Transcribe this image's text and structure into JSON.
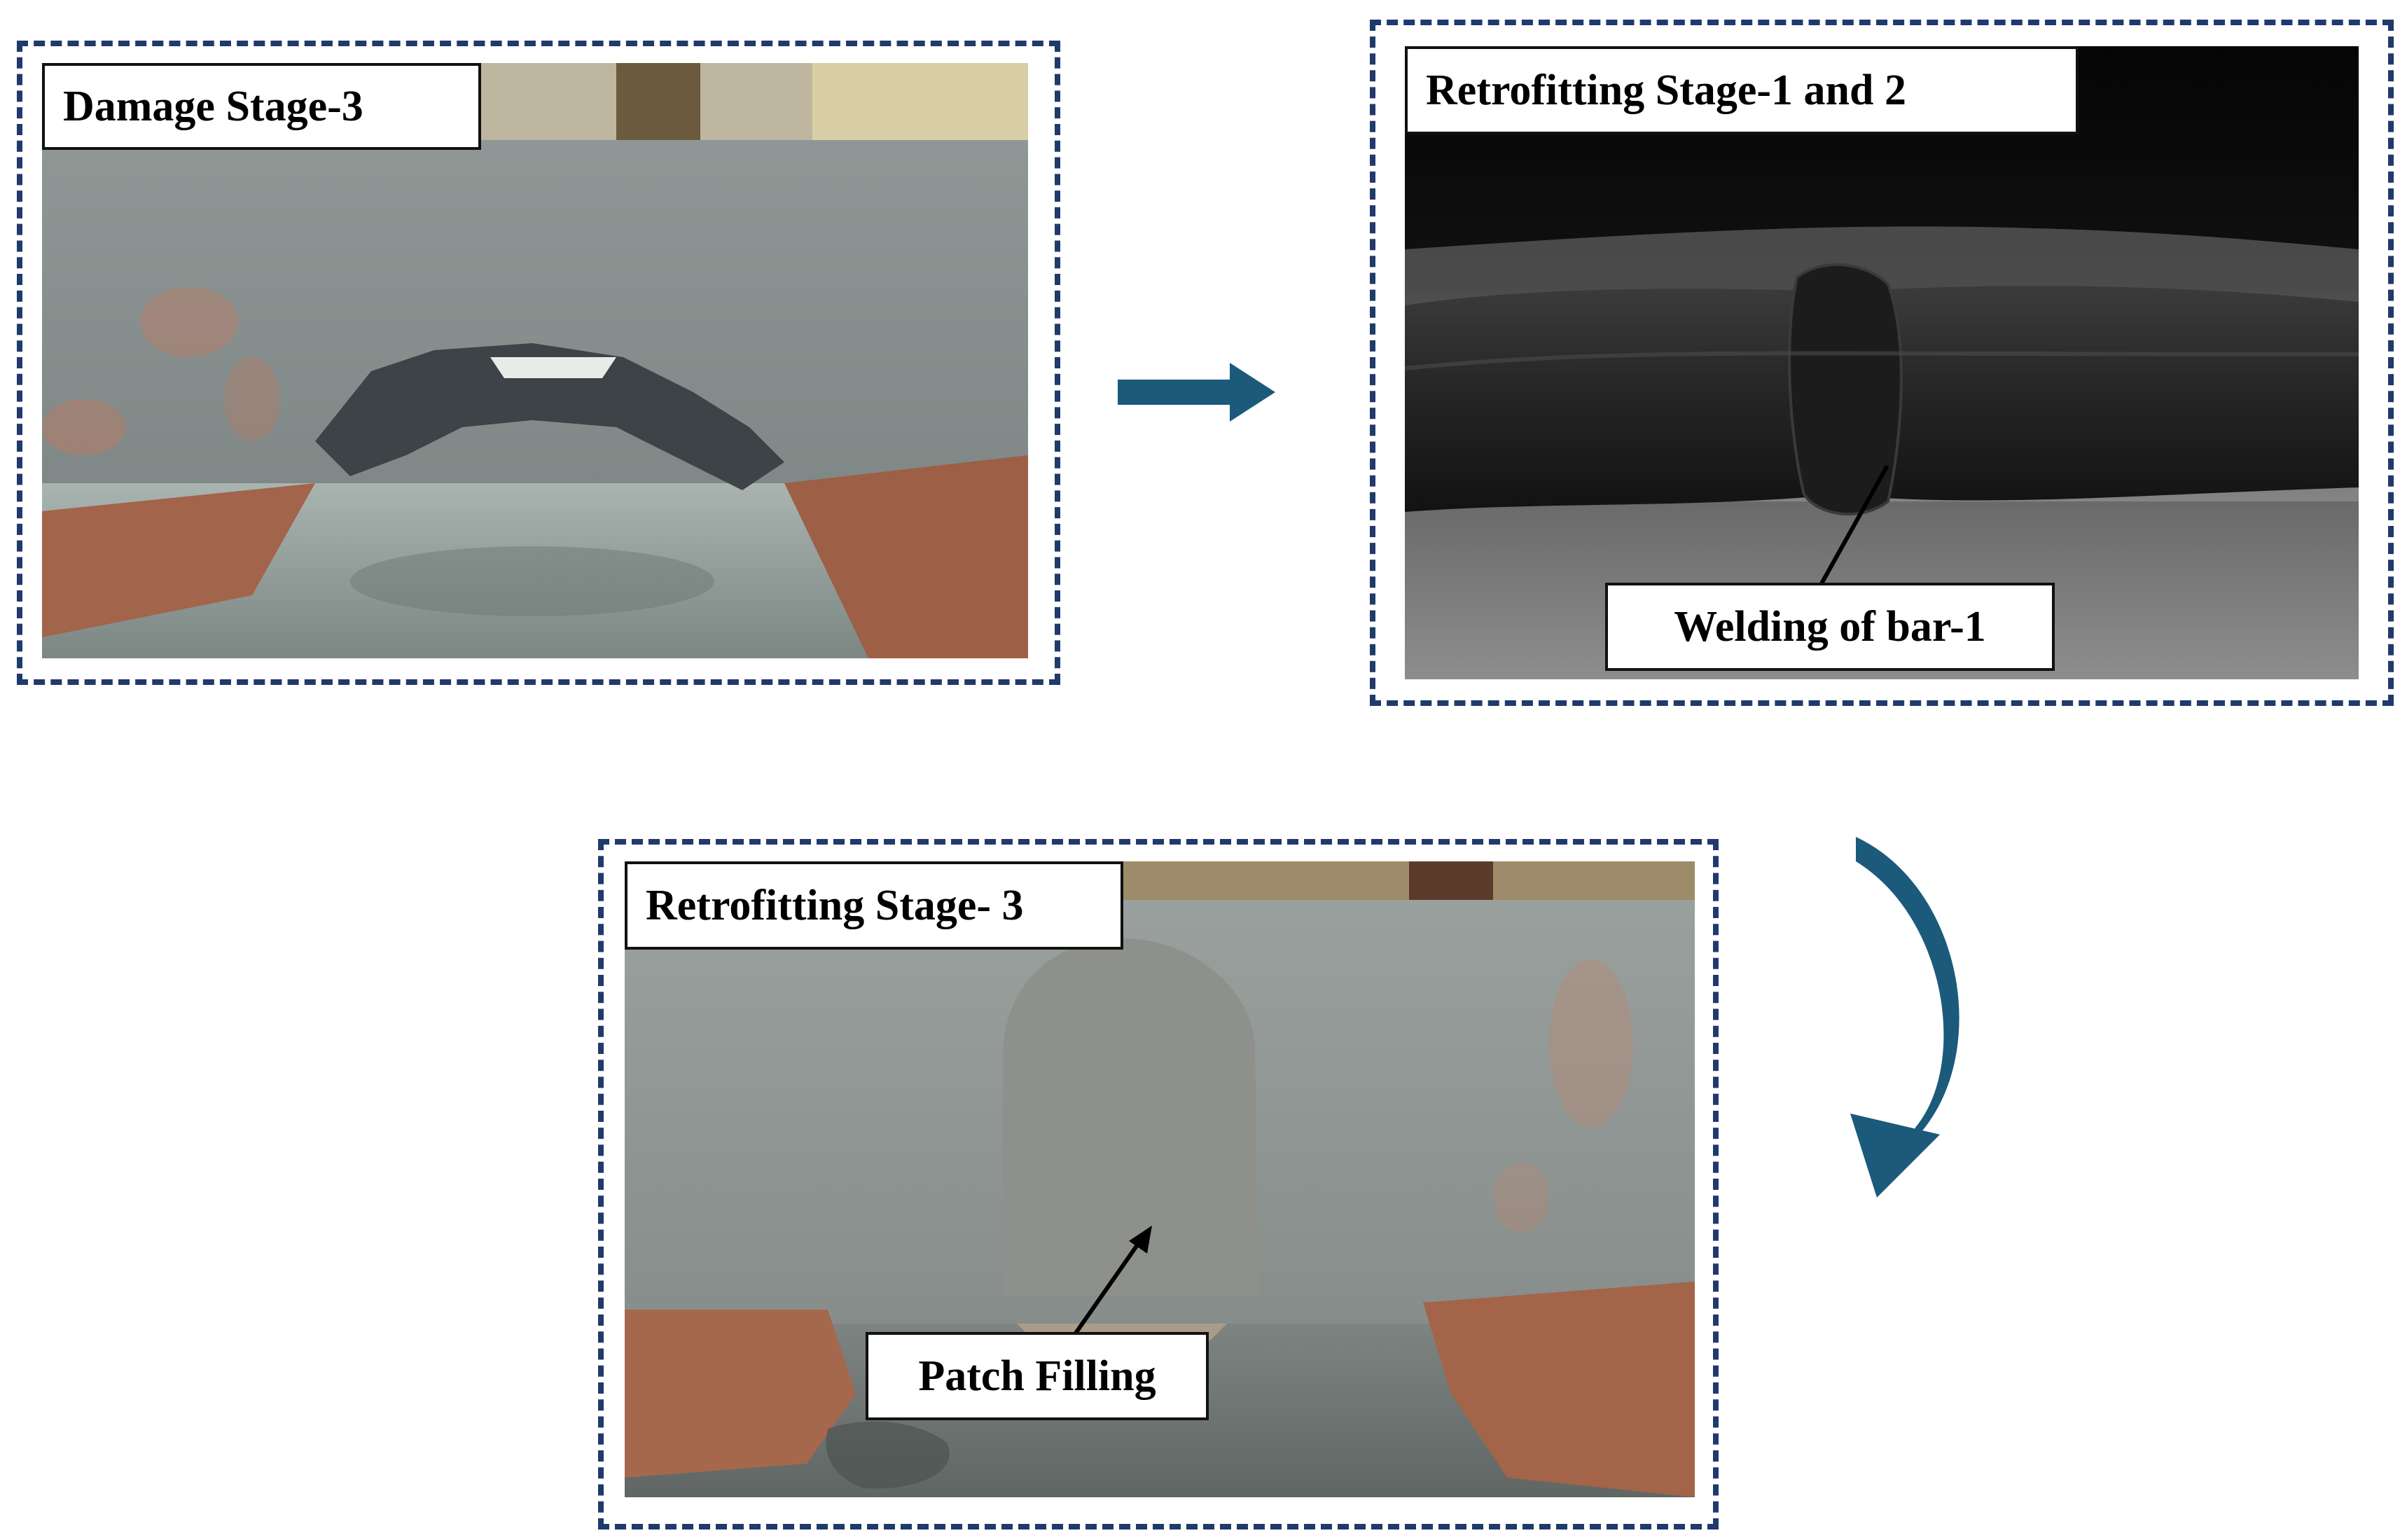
{
  "panels": {
    "damage": {
      "label": "Damage Stage-3"
    },
    "retrofit12": {
      "label": "Retrofitting Stage-1 and 2",
      "callout": "Welding of bar-1"
    },
    "retrofit3": {
      "label": "Retrofitting Stage- 3",
      "callout": "Patch Filling"
    }
  },
  "colors": {
    "border": "#1f3a6b",
    "arrow": "#1b5a7a"
  }
}
